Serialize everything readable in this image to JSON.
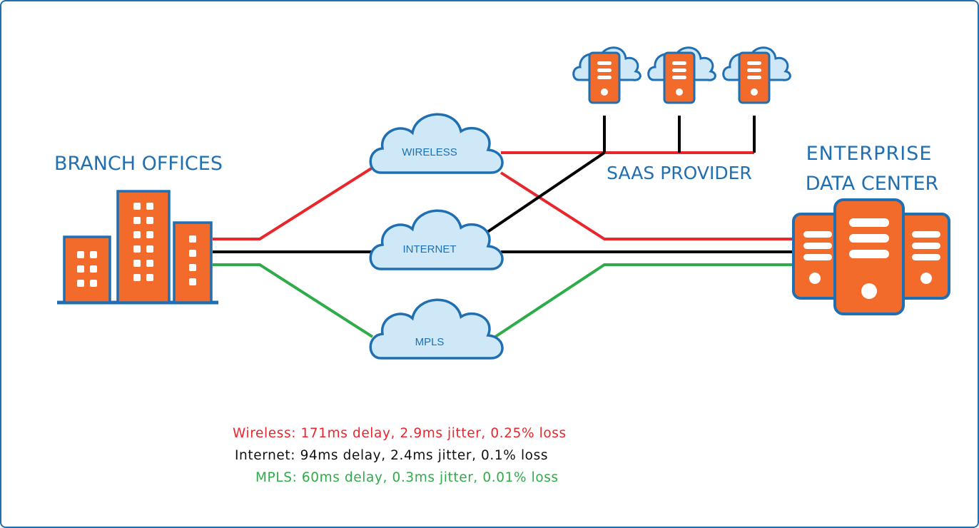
{
  "labels": {
    "branch_offices": "BRANCH OFFICES",
    "saas_provider": "SAAS PROVIDER",
    "enterprise_line1": "ENTERPRISE",
    "enterprise_line2": "DATA CENTER"
  },
  "clouds": {
    "wireless": "WIRELESS",
    "internet": "INTERNET",
    "mpls": "MPLS"
  },
  "colors": {
    "wireless": "#e8262c",
    "internet": "#000000",
    "mpls": "#2eac49",
    "accent_blue": "#1f6fb2",
    "cloud_fill": "#cfe8f7",
    "orange": "#f26b2a"
  },
  "legend": [
    {
      "id": "wireless",
      "text": "Wireless: 171ms delay, 2.9ms jitter, 0.25% loss",
      "color": "#e8262c"
    },
    {
      "id": "internet",
      "text": "Internet: 94ms delay, 2.4ms jitter, 0.1% loss",
      "color": "#111111"
    },
    {
      "id": "mpls",
      "text": "MPLS: 60ms delay, 0.3ms jitter, 0.01% loss",
      "color": "#2eac49"
    }
  ]
}
